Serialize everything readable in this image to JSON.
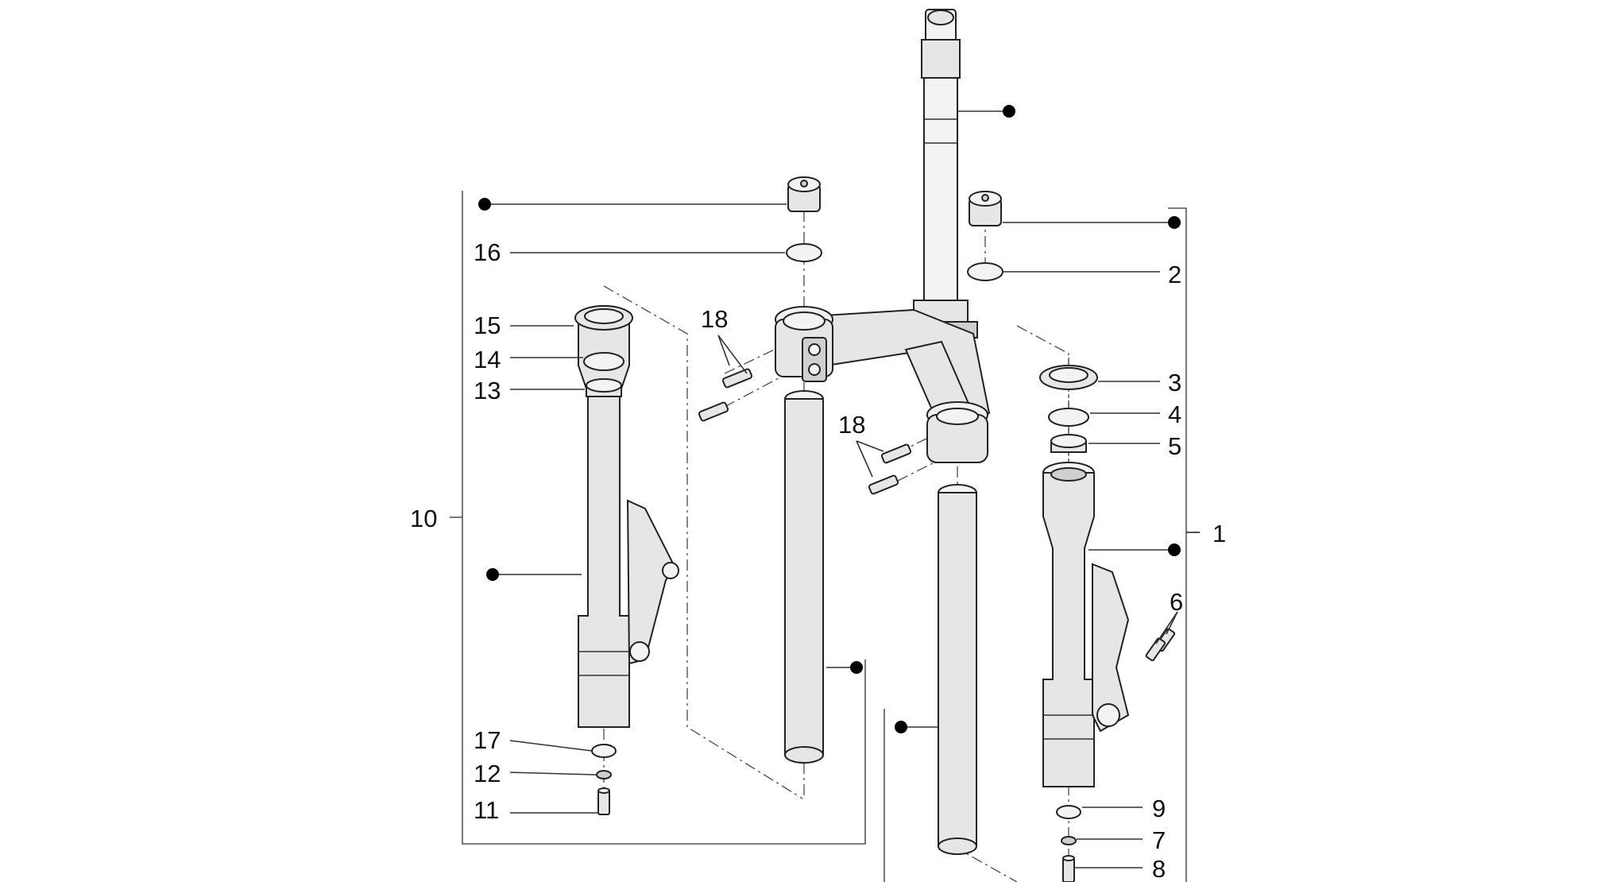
{
  "callouts": {
    "c1": "1",
    "c2": "2",
    "c3": "3",
    "c4": "4",
    "c5": "5",
    "c6": "6",
    "c7": "7",
    "c8": "8",
    "c9": "9",
    "c10": "10",
    "c11": "11",
    "c12": "12",
    "c13": "13",
    "c14": "14",
    "c15": "15",
    "c16": "16",
    "c17": "17",
    "c18a": "18",
    "c18b": "18"
  },
  "colors": {
    "part_fill": "#e6e6e6",
    "outline": "#222222",
    "marker": "#000000"
  }
}
